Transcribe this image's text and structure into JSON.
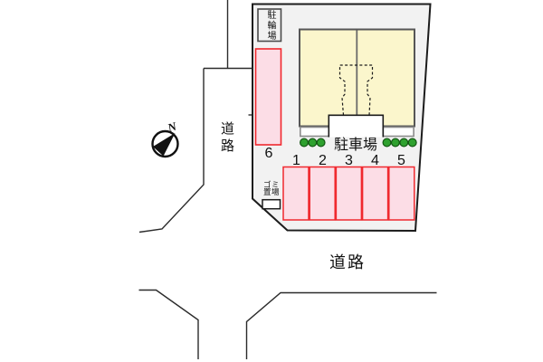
{
  "labels": {
    "bicycle_parking": "駐輪場",
    "parking_lot": "駐車場",
    "road_left": "道路",
    "road_bottom": "道路",
    "garbage_line1": "ゴミ",
    "garbage_line2": "置場",
    "compass_north": "N"
  },
  "parking": {
    "space_numbers": [
      "1",
      "2",
      "3",
      "4",
      "5"
    ],
    "side_space_number": "6",
    "space_count": 6
  },
  "colors": {
    "lot_fill": "#f2f2f2",
    "lot_border": "#1c1c1c",
    "building_fill": "#fbf6cc",
    "building_border": "#565656",
    "step_border": "#8c8c8c",
    "space_fill": "#fcdde6",
    "space_border": "#f0282e",
    "bush_fill": "#2fa12f",
    "bush_stroke": "#135813",
    "road_line": "#2b2b2b"
  }
}
